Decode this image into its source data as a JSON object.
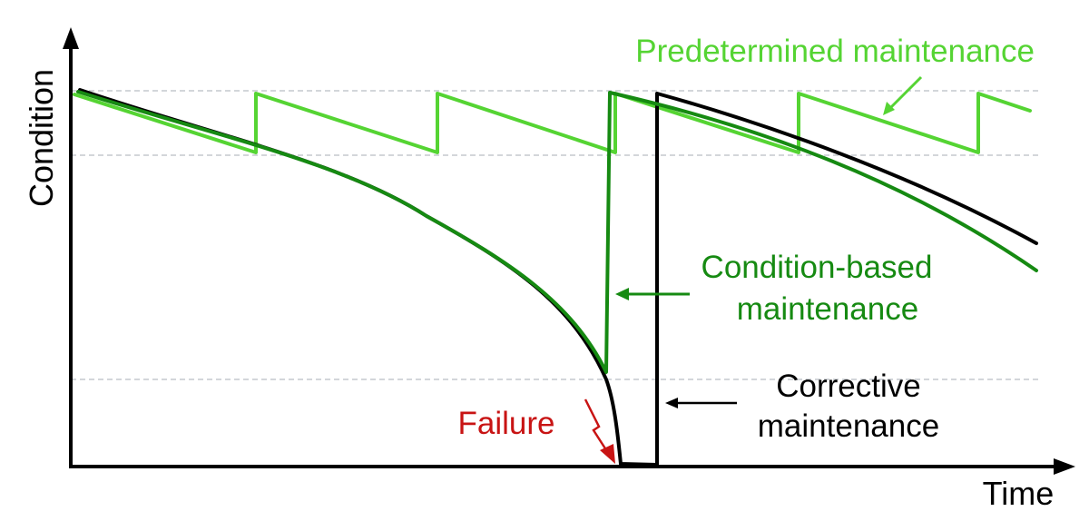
{
  "axes": {
    "y_label": "Condition",
    "x_label": "Time"
  },
  "labels": {
    "predetermined": "Predetermined maintenance",
    "condition_based_line1": "Condition-based",
    "condition_based_line2": "maintenance",
    "corrective_line1": "Corrective",
    "corrective_line2": "maintenance",
    "failure": "Failure"
  },
  "colors": {
    "predetermined": "#55d433",
    "condition_based": "#168a12",
    "corrective": "#000000",
    "failure": "#c81414",
    "reference_line": "#b9bec4"
  },
  "icons": {
    "failure": "lightning-bolt-icon"
  }
}
